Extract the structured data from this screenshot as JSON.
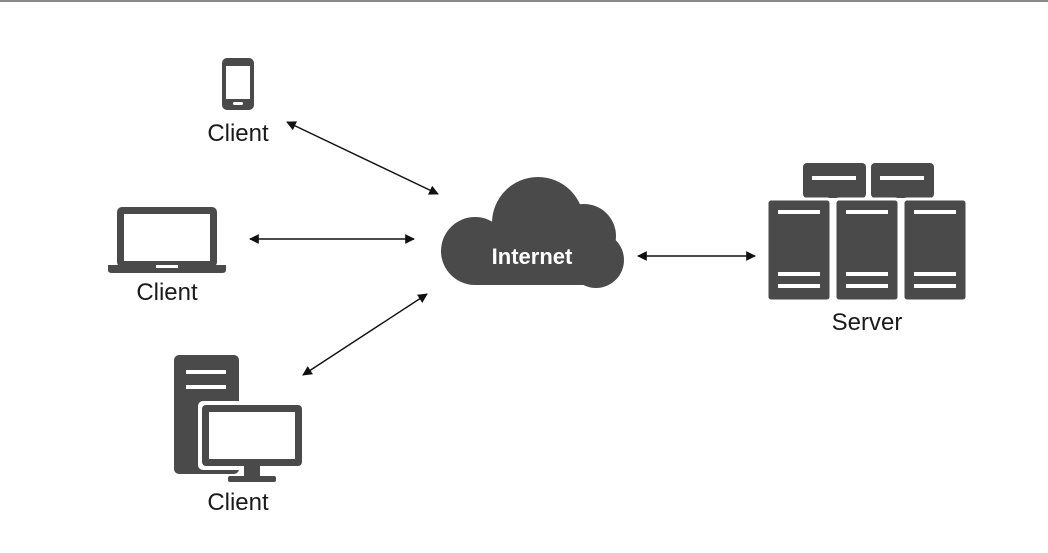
{
  "colors": {
    "icon": "#4a4a4a",
    "arrow": "#111111",
    "text": "#1a1a1a",
    "cloud_text": "#ffffff"
  },
  "nodes": {
    "client_phone": {
      "label": "Client",
      "icon": "smartphone-icon"
    },
    "client_laptop": {
      "label": "Client",
      "icon": "laptop-icon"
    },
    "client_desktop": {
      "label": "Client",
      "icon": "desktop-computer-icon"
    },
    "internet": {
      "label": "Internet",
      "icon": "cloud-icon"
    },
    "server": {
      "label": "Server",
      "icon": "server-rack-icon"
    }
  },
  "edges": [
    {
      "from": "client_phone",
      "to": "internet",
      "direction": "bidirectional"
    },
    {
      "from": "client_laptop",
      "to": "internet",
      "direction": "bidirectional"
    },
    {
      "from": "client_desktop",
      "to": "internet",
      "direction": "bidirectional"
    },
    {
      "from": "internet",
      "to": "server",
      "direction": "bidirectional"
    }
  ]
}
